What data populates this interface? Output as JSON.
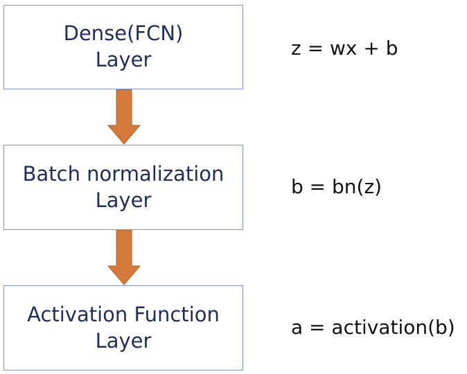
{
  "layers": [
    {
      "line1": "Dense(FCN)",
      "line2": "Layer",
      "equation": "z = wx + b"
    },
    {
      "line1": "Batch normalization",
      "line2": "Layer",
      "equation": "b = bn(z)"
    },
    {
      "line1": "Activation Function",
      "line2": "Layer",
      "equation": "a = activation(b)"
    }
  ],
  "colors": {
    "box_border": "#8393c9",
    "box_text": "#1f2d5c",
    "arrow_fill": "#d47a3a",
    "arrow_stroke": "#b5612a"
  }
}
